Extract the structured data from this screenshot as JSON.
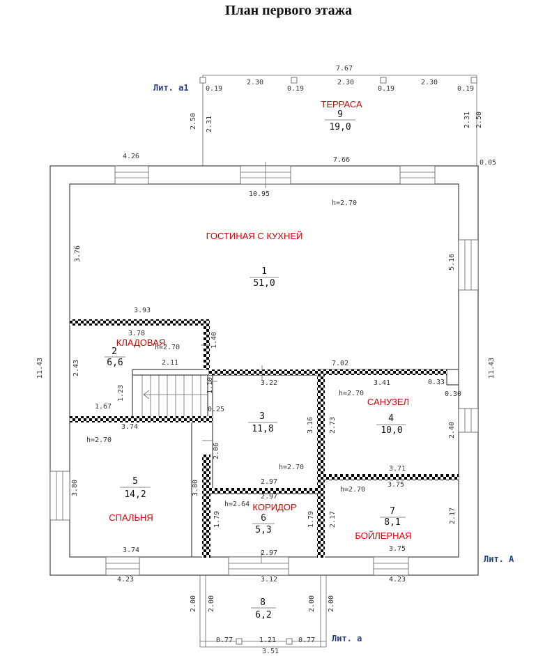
{
  "title": "План первого этажа",
  "lit_labels": [
    "Лит. а1",
    "Лит. А",
    "Лит. а"
  ],
  "rooms": [
    {
      "num": "1",
      "area": "51,0",
      "name": "ГОСТИНАЯ С КУХНЕЙ"
    },
    {
      "num": "2",
      "area": "6,6",
      "name": "КЛАДОВАЯ"
    },
    {
      "num": "3",
      "area": "11,8",
      "name": ""
    },
    {
      "num": "4",
      "area": "10,0",
      "name": "САНУЗЕЛ"
    },
    {
      "num": "5",
      "area": "14,2",
      "name": "СПАЛЬНЯ"
    },
    {
      "num": "6",
      "area": "5,3",
      "name": "КОРИДОР"
    },
    {
      "num": "7",
      "area": "8,1",
      "name": "БОЙЛЕРНАЯ"
    },
    {
      "num": "8",
      "area": "6,2",
      "name": ""
    },
    {
      "num": "9",
      "area": "19,0",
      "name": "ТЕРРАСА"
    }
  ],
  "dims_h": [
    "7.67",
    "2.30",
    "2.30",
    "2.30",
    "0.19",
    "0.19",
    "0.19",
    "0.19",
    "4.26",
    "7.66",
    "0.05",
    "10.95",
    "h=2.70",
    "3.93",
    "3.78",
    "h=2.70",
    "2.11",
    "7.02",
    "3.22",
    "3.41",
    "0.33",
    "0.30",
    "h=2.70",
    "0.25",
    "1.67",
    "3.74",
    "h=2.70",
    "h=2.70",
    "3.71",
    "2.97",
    "3.75",
    "h=2.64",
    "2.97",
    "h=2.70",
    "3.74",
    "2.97",
    "3.75",
    "4.23",
    "3.12",
    "4.23",
    "0.77",
    "1.21",
    "0.77",
    "3.51"
  ],
  "dims_v": [
    "2.50",
    "2.31",
    "2.31",
    "2.50",
    "3.76",
    "5.16",
    "1.40",
    "2.43",
    "1.23",
    "1.10",
    "11.43",
    "11.43",
    "3.16",
    "2.73",
    "2.40",
    "2.06",
    "3.80",
    "3.80",
    "1.79",
    "1.79",
    "2.17",
    "2.17",
    "2.00",
    "2.00",
    "2.00",
    "2.00"
  ]
}
